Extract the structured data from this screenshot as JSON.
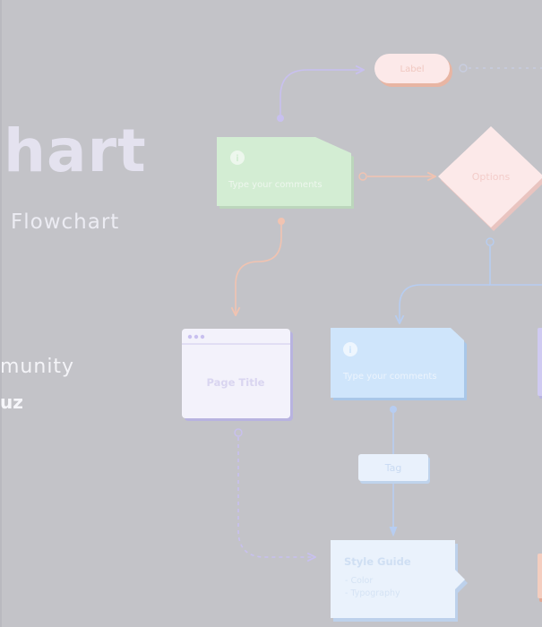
{
  "hero": {
    "title": "hart",
    "subtitle": "Flowchart",
    "community": "munity",
    "author": "uz"
  },
  "diagram": {
    "label_node": "Label",
    "options_node": "Options",
    "comment_green": {
      "icon": "i",
      "text": "Type your comments"
    },
    "comment_blue": {
      "icon": "i",
      "text": "Type your comments"
    },
    "page_node": "Page Title",
    "tag_node": "Tag",
    "style_guide": {
      "title": "Style Guide",
      "line1": "- Color",
      "line2": "- Typography"
    }
  },
  "colors": {
    "background": "#c3c3c8",
    "green": "#d3edd3",
    "blue": "#cfe5fb",
    "pink": "#fce9e9",
    "purple": "#c8c0ef",
    "orange": "#f1c3b1",
    "blue_line": "#b7cdf1"
  }
}
